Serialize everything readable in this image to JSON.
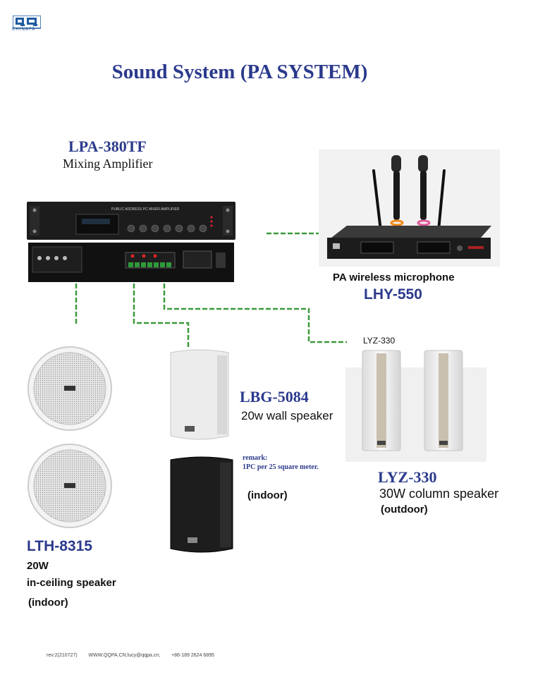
{
  "header": {
    "logo_text": "CHINAPA",
    "title": "Sound System (PA SYSTEM)"
  },
  "amplifier": {
    "model": "LPA-380TF",
    "description": "Mixing Amplifier",
    "front_panel_text": "PUBLIC ADDRESS PC MIXER AMPLIFIER"
  },
  "microphone": {
    "caption": "PA wireless microphone",
    "model": "LHY-550"
  },
  "ceiling_speaker": {
    "model": "LTH-8315",
    "power": "20W",
    "description": "in-ceiling speaker",
    "location": "(indoor)"
  },
  "wall_speaker": {
    "model": "LBG-5084",
    "description": "20w wall speaker",
    "remark_label": "remark:",
    "remark_text": "1PC per 25 square meter.",
    "location": "(indoor)"
  },
  "column_speaker": {
    "top_label": "LYZ-330",
    "model": "LYZ-330",
    "description": "30W column speaker",
    "location": "(outdoor)"
  },
  "footer": {
    "revision": "rev:2(210727)",
    "contact": "WWW.QQPA.CN;lucy@qqpa.cn;",
    "phone": "+86-189 2624 6895"
  },
  "colors": {
    "title_blue": "#2b3a8c",
    "cable_green": "#3a9a3a",
    "device_black": "#1a1a1a"
  }
}
